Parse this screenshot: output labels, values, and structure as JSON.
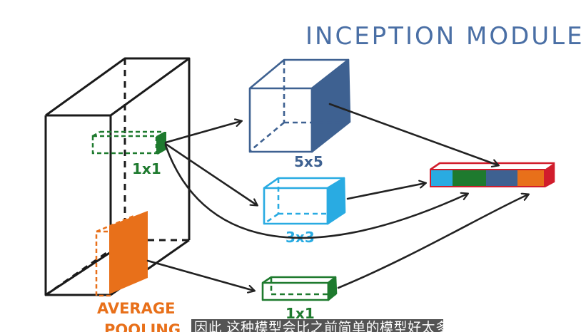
{
  "title": "INCEPTION MODULES",
  "labels": {
    "conv1x1_left": "1x1",
    "conv5x5": "5x5",
    "conv3x3": "3x3",
    "conv1x1_bottom": "1x1",
    "avg_line1": "AVERAGE",
    "avg_line2": "POOLING"
  },
  "subtitle": "因此 这种模型会比之前简单的模型好太多",
  "colors": {
    "input_block": "#1a1a1a",
    "conv1x1": "#1e7a2e",
    "conv5x5": "#3e6191",
    "conv3x3": "#29abe2",
    "pooling": "#e8701a",
    "concat_outline": "#d11d2c",
    "title": "#4a6fa5"
  },
  "concat_segments": [
    {
      "name": "3x3",
      "color": "#29abe2"
    },
    {
      "name": "1x1",
      "color": "#1e7a2e"
    },
    {
      "name": "5x5",
      "color": "#3e6191"
    },
    {
      "name": "pool",
      "color": "#e8701a"
    }
  ]
}
